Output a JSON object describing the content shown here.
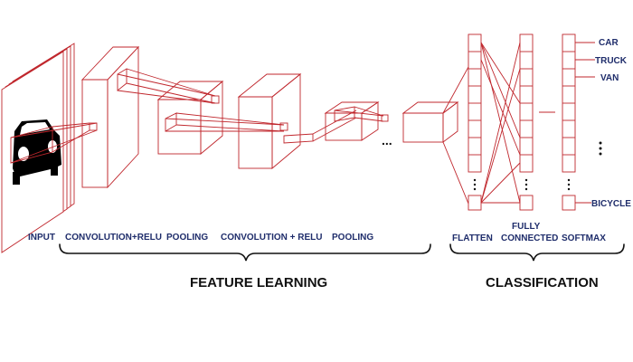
{
  "stages": {
    "input": "INPUT",
    "conv1": "CONVOLUTION+RELU",
    "pool1": "POOLING",
    "conv2": "CONVOLUTION + RELU",
    "pool2": "POOLING",
    "flatten": "FLATTEN",
    "fully_connected_line1": "FULLY",
    "fully_connected_line2": "CONNECTED",
    "softmax": "SOFTMAX"
  },
  "groups": {
    "feature_learning": "FEATURE LEARNING",
    "classification": "CLASSIFICATION"
  },
  "outputs": [
    "CAR",
    "TRUCK",
    "VAN",
    "BICYCLE"
  ],
  "ellipsis": "...",
  "colors": {
    "layer_outline": "#c0272d",
    "label_text": "#1f2d6b",
    "heading_text": "#111111"
  },
  "icons": [
    "car-icon"
  ]
}
